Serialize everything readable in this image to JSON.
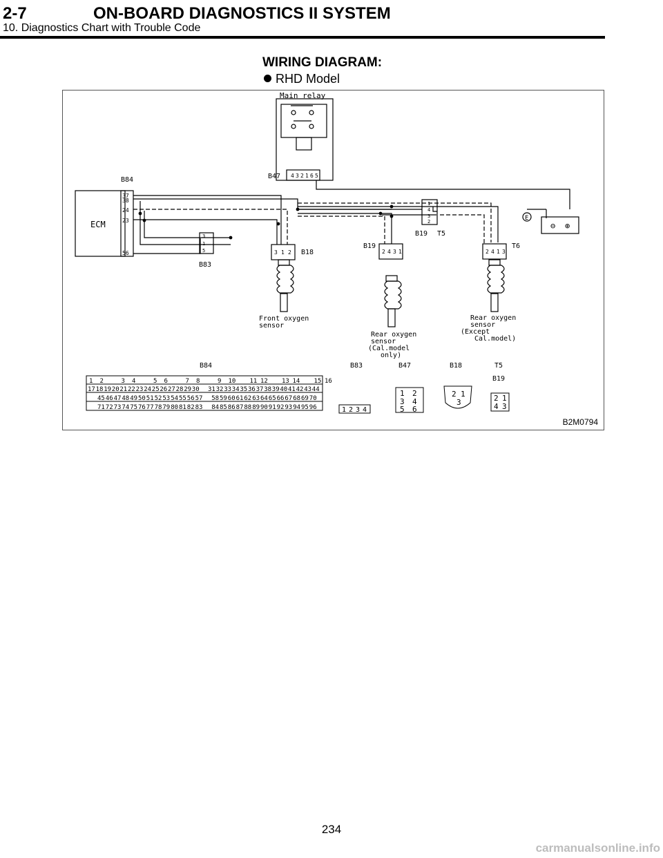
{
  "header": {
    "section_number": "2-7",
    "section_title": "ON-BOARD DIAGNOSTICS II SYSTEM",
    "subsection": "10. Diagnostics Chart with Trouble Code"
  },
  "content": {
    "heading": "WIRING DIAGRAM:",
    "bullet": "RHD Model"
  },
  "diagram": {
    "main_relay": "Main relay",
    "ecm": "ECM",
    "connectors": {
      "b84": "B84",
      "b47": "B47",
      "b83": "B83",
      "b18": "B18",
      "b19": "B19",
      "t5": "T5",
      "t6": "T6"
    },
    "ecm_pins": [
      "37",
      "38",
      "24",
      "23",
      "56"
    ],
    "b83_pins": [
      "3",
      "1",
      "5"
    ],
    "b47_pins": [
      "4",
      "3",
      "2",
      "1",
      "6",
      "5"
    ],
    "b18_pins": [
      "3",
      "1",
      "2"
    ],
    "b19_pins": [
      "2",
      "4",
      "3",
      "1"
    ],
    "t5_pins": [
      "1",
      "4",
      "3",
      "2"
    ],
    "t6_pins": [
      "2",
      "4",
      "1",
      "3"
    ],
    "ground": "E",
    "front_sensor": [
      "Front oxygen",
      "sensor"
    ],
    "rear_sensor_cal": [
      "Rear oxygen",
      "sensor",
      "(Cal.model",
      "only)"
    ],
    "rear_sensor_except": [
      "Rear oxygen",
      "sensor",
      "(Except",
      "Cal.model)"
    ],
    "face_b84_row1": [
      "1",
      "2",
      "",
      "3",
      "4",
      "",
      "5",
      "6",
      "",
      "7",
      "8",
      "",
      "9",
      "10",
      "",
      "11",
      "12",
      "",
      "13",
      "14",
      "",
      "15",
      "16"
    ],
    "face_b84_row2": [
      "17",
      "18",
      "19",
      "20",
      "21",
      "22",
      "23",
      "24",
      "25",
      "26",
      "27",
      "28",
      "29",
      "30",
      "",
      "31",
      "32",
      "33",
      "34",
      "35",
      "36",
      "37",
      "38",
      "39",
      "40",
      "41",
      "42",
      "43",
      "44"
    ],
    "face_b84_row3": [
      "45",
      "46",
      "47",
      "48",
      "49",
      "50",
      "51",
      "52",
      "53",
      "54",
      "55",
      "56",
      "57",
      "",
      "58",
      "59",
      "60",
      "61",
      "62",
      "63",
      "64",
      "65",
      "66",
      "67",
      "68",
      "69",
      "70"
    ],
    "face_b84_row4": [
      "71",
      "72",
      "73",
      "74",
      "75",
      "76",
      "77",
      "78",
      "79",
      "80",
      "81",
      "82",
      "83",
      "",
      "84",
      "85",
      "86",
      "87",
      "88",
      "89",
      "90",
      "91",
      "92",
      "93",
      "94",
      "95",
      "96"
    ],
    "face_b83": [
      "1",
      "2",
      "3",
      "4"
    ],
    "face_b47": [
      "1",
      "2",
      "3",
      "4",
      "5",
      "6"
    ],
    "face_b18": [
      "2",
      "1",
      "3"
    ],
    "face_t5_b19": [
      "2",
      "1",
      "4",
      "3"
    ],
    "figure_id": "B2M0794"
  },
  "footer": {
    "page_number": "234",
    "watermark": "carmanualsonline.info"
  }
}
